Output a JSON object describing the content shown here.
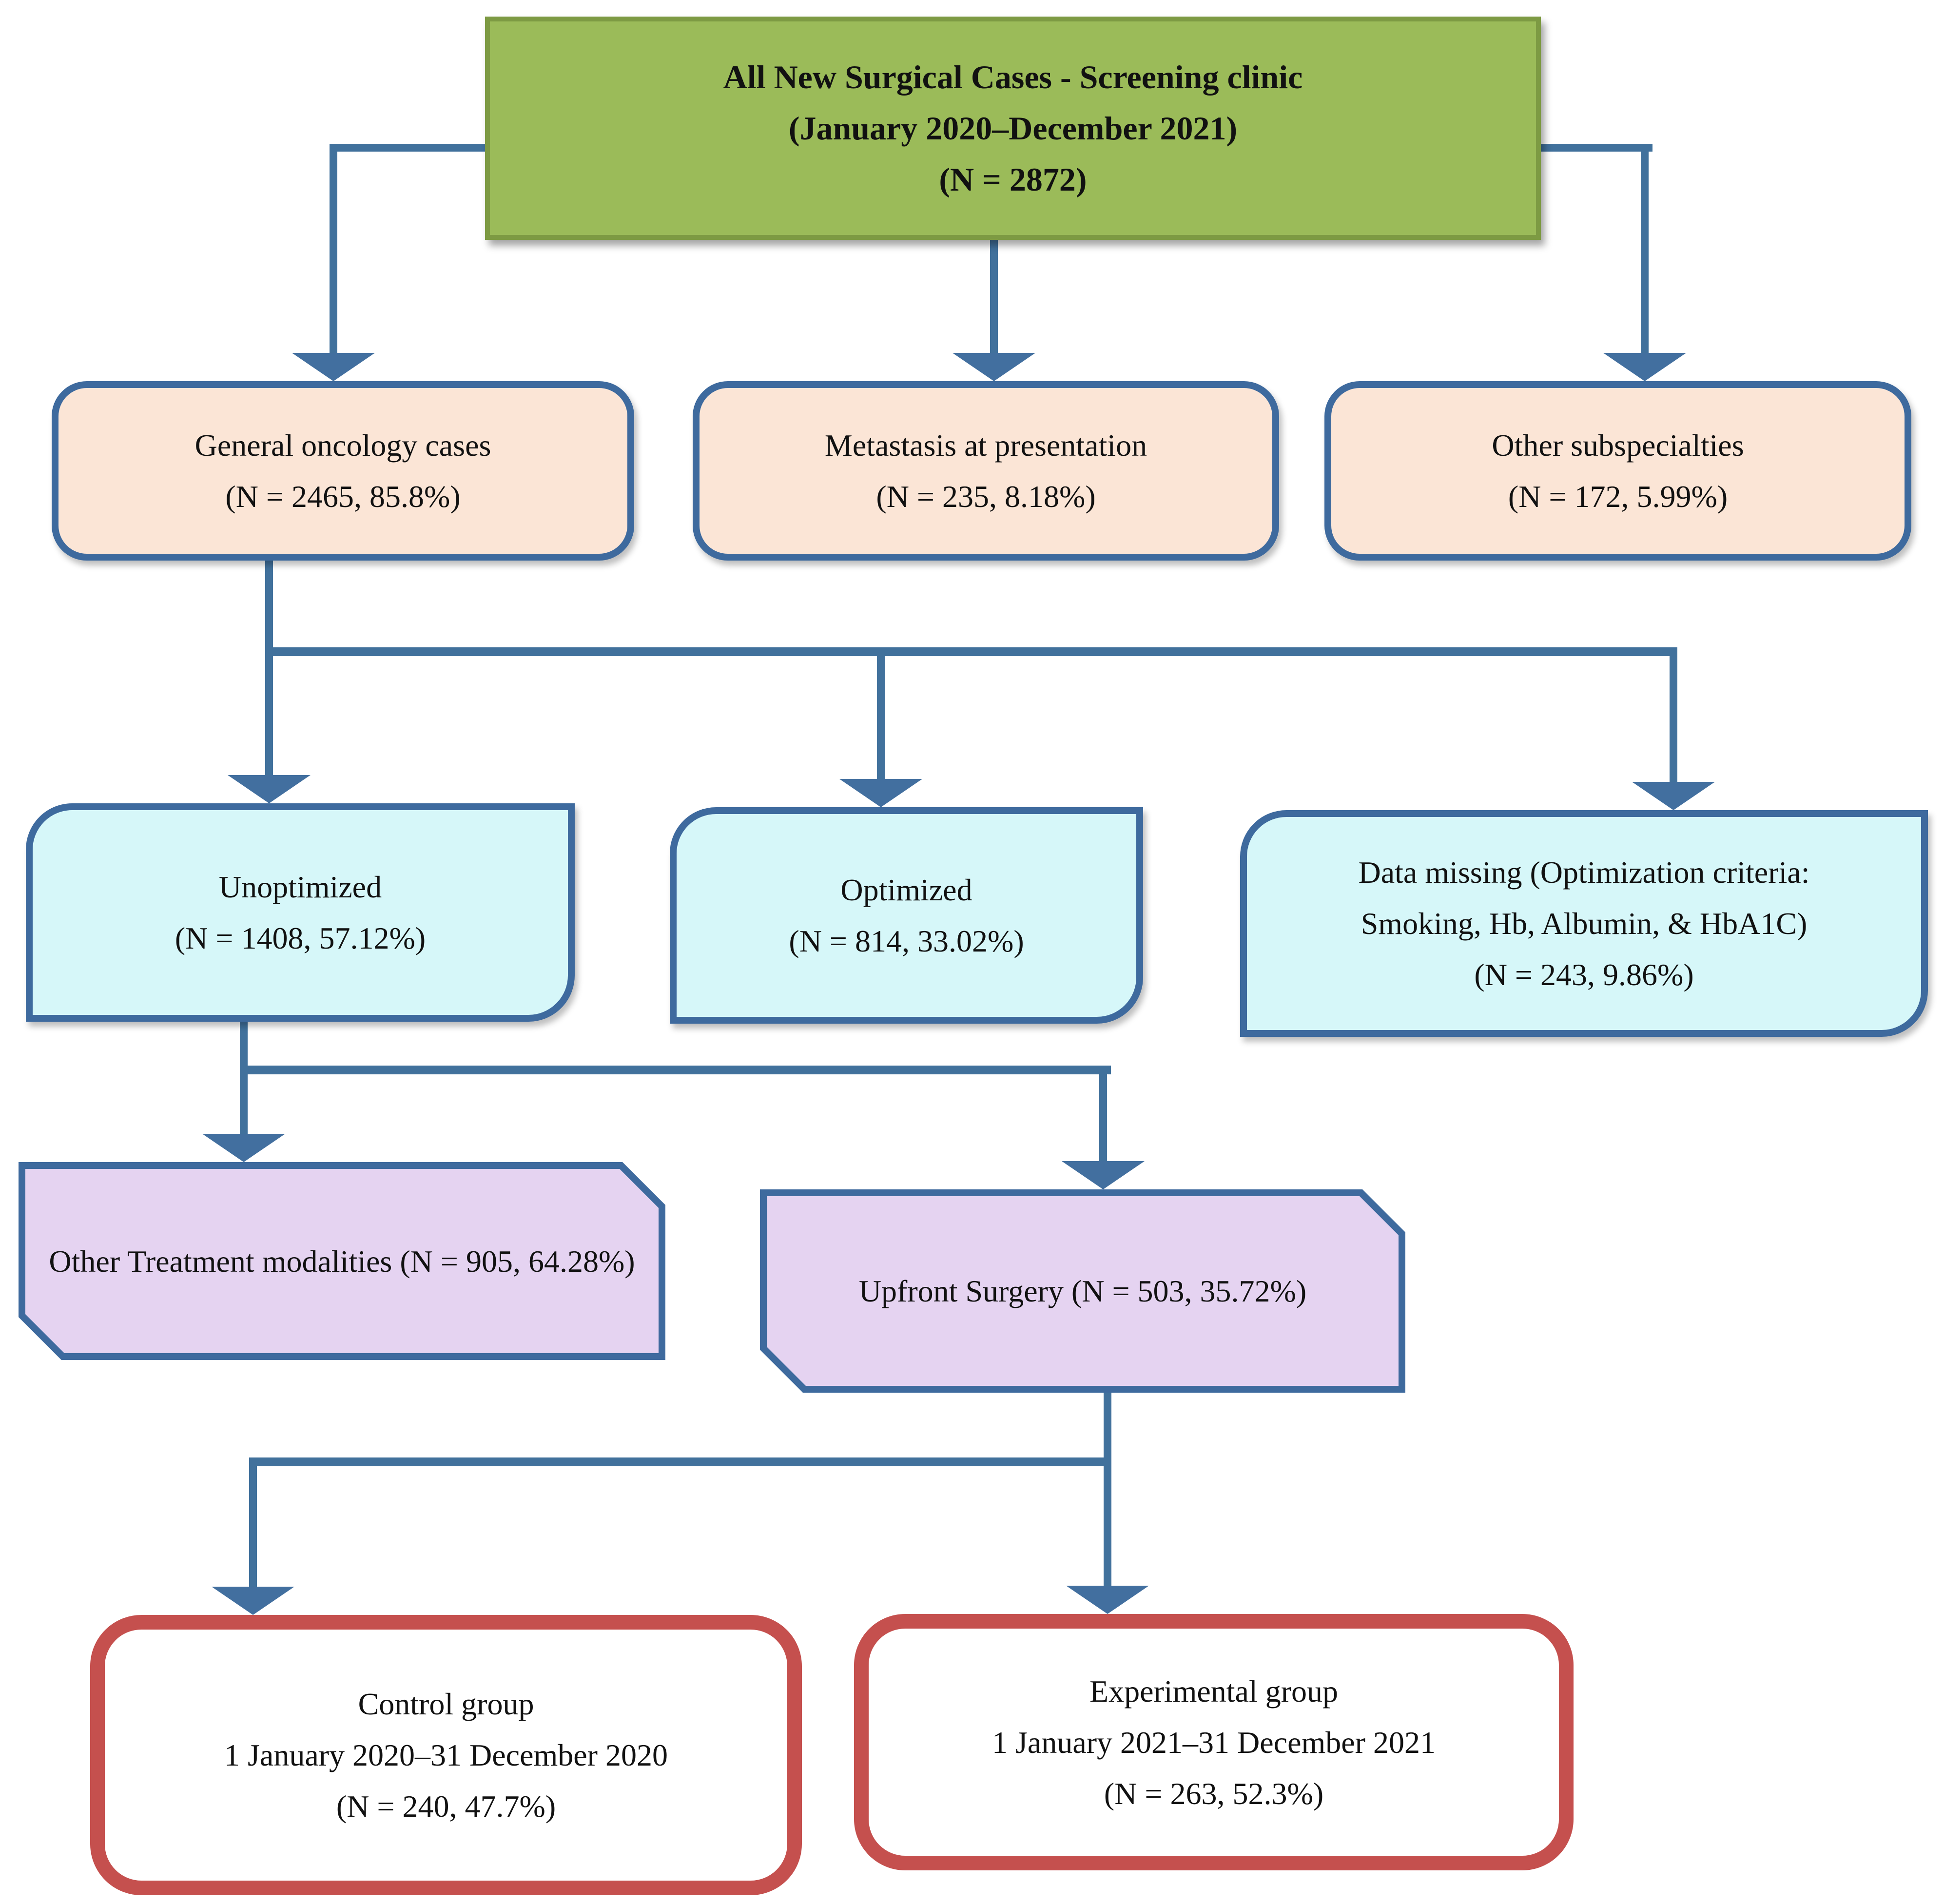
{
  "diagram": {
    "type": "flowchart",
    "description": "Patient screening and group allocation flow diagram"
  },
  "colors": {
    "root_fill": "#9bbb59",
    "root_border": "#7d9a43",
    "level1_fill": "#fbe5d6",
    "level2_fill": "#d6f7f9",
    "level3_fill": "#e5d3f1",
    "box_border_blue": "#3e6a9e",
    "connector_blue": "#41719c",
    "group_border_red": "#c5504e",
    "text": "#111111"
  },
  "nodes": {
    "screening": {
      "lines": [
        "All New Surgical Cases - Screening clinic",
        "(January 2020–December 2021)",
        "(N = 2872)"
      ]
    },
    "general_oncology": {
      "lines": [
        "General oncology cases",
        "(N = 2465, 85.8%)"
      ]
    },
    "metastasis": {
      "lines": [
        "Metastasis at presentation",
        "(N = 235, 8.18%)"
      ]
    },
    "other_subspecialties": {
      "lines": [
        "Other subspecialties",
        "(N = 172, 5.99%)"
      ]
    },
    "unoptimized": {
      "lines": [
        "Unoptimized",
        "(N = 1408, 57.12%)"
      ]
    },
    "optimized": {
      "lines": [
        "Optimized",
        "(N = 814, 33.02%)"
      ]
    },
    "data_missing": {
      "lines": [
        "Data missing (Optimization criteria:",
        "Smoking, Hb, Albumin, & HbA1C)",
        "(N = 243, 9.86%)"
      ]
    },
    "other_treatment": {
      "lines": [
        "Other Treatment modalities",
        "(N = 905, 64.28%)"
      ]
    },
    "upfront_surgery": {
      "lines": [
        "Upfront Surgery",
        "(N = 503, 35.72%)"
      ]
    },
    "control_group": {
      "lines": [
        "Control group",
        "1 January 2020–31 December 2020",
        "(N = 240, 47.7%)"
      ]
    },
    "experimental_group": {
      "lines": [
        "Experimental group",
        "1 January 2021–31 December 2021",
        "(N = 263, 52.3%)"
      ]
    }
  }
}
